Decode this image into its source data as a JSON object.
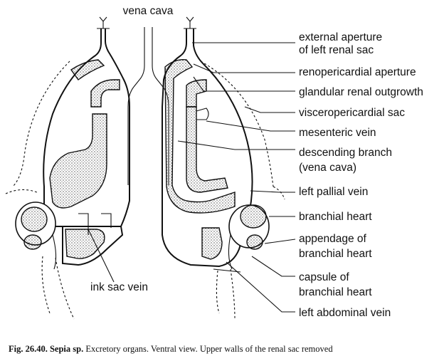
{
  "figure": {
    "top_label": "vena cava",
    "labels": [
      "external aperture",
      "of left renal sac",
      "renopericardial aperture",
      "glandular renal outgrowth",
      "visceropericardial sac",
      "mesenteric vein",
      "descending branch",
      "(vena cava)",
      "left pallial vein",
      "branchial heart",
      "appendage of",
      "branchial heart",
      "capsule of",
      "branchial heart",
      "left abdominal vein",
      "ink sac vein"
    ],
    "caption": {
      "number": "Fig. 26.40.",
      "title": "Sepia sp.",
      "text": "Excretory organs. Ventral view. Upper walls of the renal sac removed"
    }
  }
}
